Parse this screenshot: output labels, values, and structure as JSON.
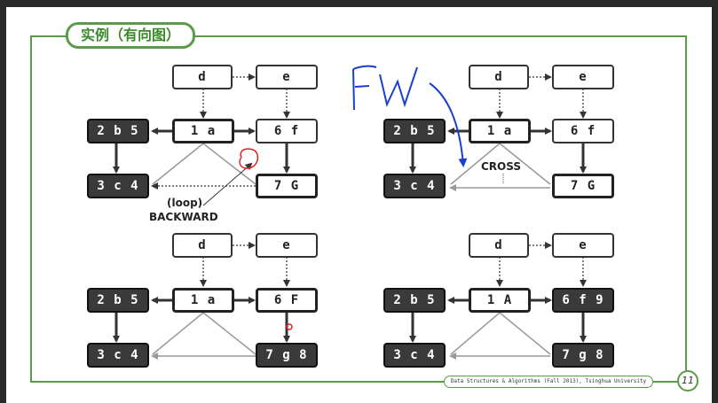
{
  "title": "实例（有向图）",
  "footer": "Data Structures & Algorithms (Fall 2013), Tsinghua University",
  "page_number": "11",
  "annotation_fw": "FW",
  "panels": [
    {
      "d": "d",
      "e": "e",
      "a": "1 a",
      "f": "6 f",
      "b": "2 b 5",
      "c": "3 c 4",
      "g": "7 G",
      "label_loop": "(loop)",
      "label_backward": "BACKWARD"
    },
    {
      "d": "d",
      "e": "e",
      "a": "1 a",
      "f": "6 f",
      "b": "2 b 5",
      "c": "3 c 4",
      "g": "7 G",
      "label_cross": "CROSS"
    },
    {
      "d": "d",
      "e": "e",
      "a": "1 a",
      "f": "6 F",
      "b": "2 b 5",
      "c": "3 c 4",
      "g": "7 g 8"
    },
    {
      "d": "d",
      "e": "e",
      "a": "1 A",
      "f": "6 f 9",
      "b": "2 b 5",
      "c": "3 c 4",
      "g": "7 g 8"
    }
  ],
  "colors": {
    "frame": "#5a9a4a",
    "title_text": "#3a8a2a",
    "pen_blue": "#1a3fd0",
    "pen_red": "#e02020"
  }
}
